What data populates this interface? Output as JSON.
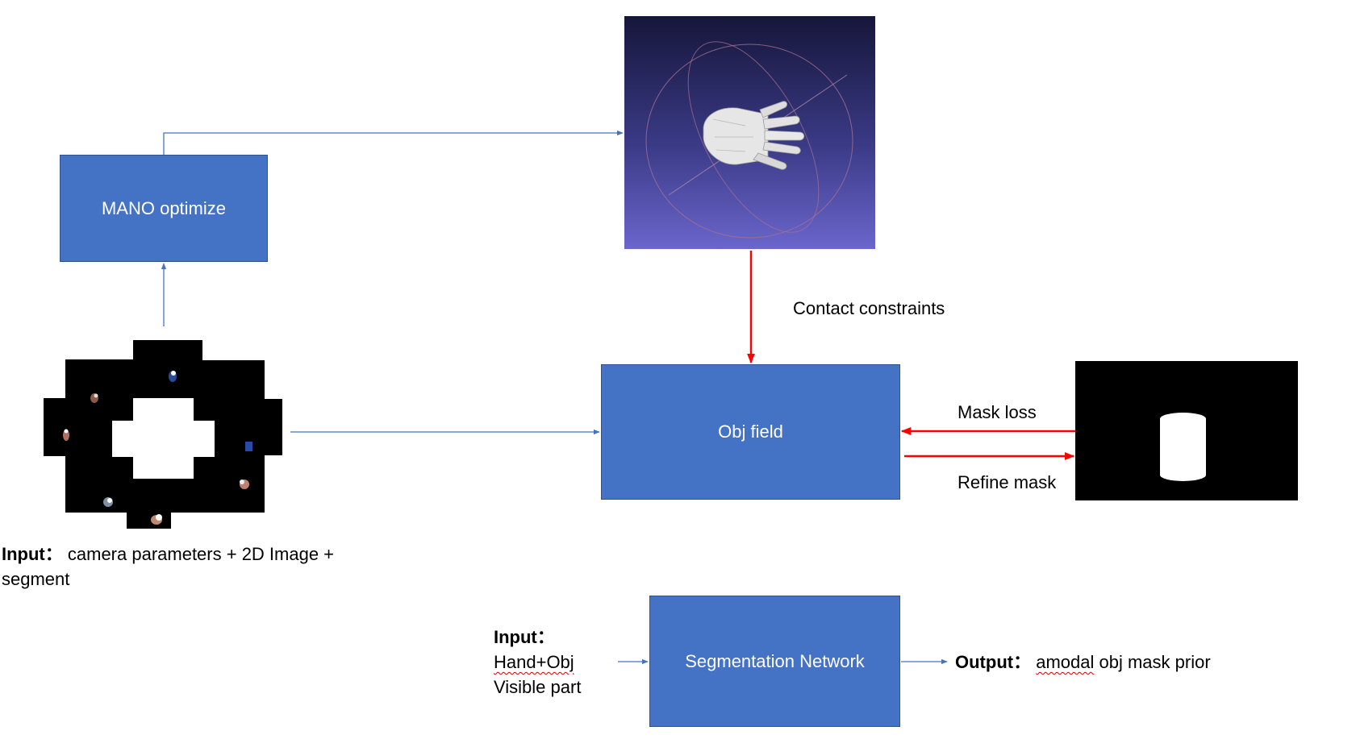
{
  "boxes": {
    "mano": "MANO optimize",
    "obj_field": "Obj field",
    "segmentation": "Segmentation Network"
  },
  "labels": {
    "contact": "Contact constraints",
    "mask_loss": "Mask loss",
    "refine_mask": "Refine mask"
  },
  "input_main": {
    "bold": "Input：",
    "line1": " camera parameters + 2D Image +",
    "line2": "segment"
  },
  "input_seg": {
    "bold": "Input：",
    "line1": "Hand+Obj",
    "line2": "Visible part"
  },
  "output": {
    "bold": "Output：",
    "word1": "amodal",
    "rest": " obj mask prior"
  },
  "colors": {
    "box_fill": "#4472c4",
    "box_border": "#2f528f",
    "blue_arrow": "#4472c4",
    "red_arrow": "#ff0000"
  },
  "icons": {
    "hand_render": "3d-hand-mesh-render",
    "mask_image": "object-mask-image",
    "collage": "multi-view-image-collage"
  }
}
